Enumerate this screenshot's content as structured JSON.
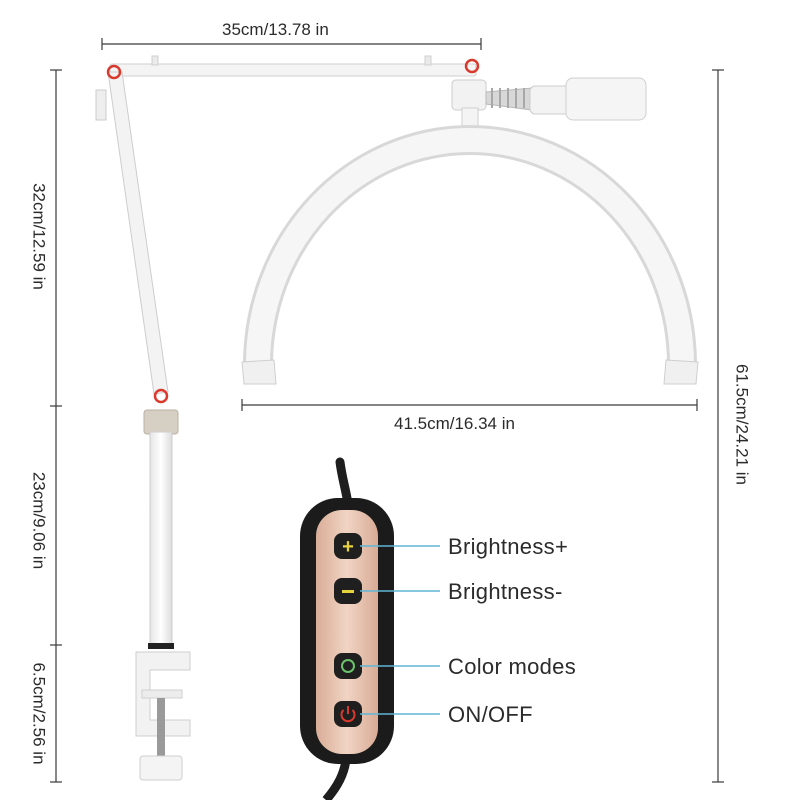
{
  "dimensions": {
    "top_width": "35cm/13.78 in",
    "arc_width": "41.5cm/16.34 in",
    "upper_arm": "32cm/12.59 in",
    "pole": "23cm/9.06 in",
    "clamp": "6.5cm/2.56 in",
    "total_height": "61.5cm/24.21 in"
  },
  "controller": {
    "buttons": [
      {
        "label": "Brightness+",
        "icon": "plus-icon"
      },
      {
        "label": "Brightness-",
        "icon": "minus-icon"
      },
      {
        "label": "Color modes",
        "icon": "color-mode-icon"
      },
      {
        "label": "ON/OFF",
        "icon": "power-icon"
      }
    ]
  },
  "colors": {
    "joint_marker": "#d83a2e",
    "callout_line": "#5fb6d6",
    "button_icon_yellow": "#e6d23a",
    "controller_face": "#e9c6b4",
    "controller_body": "#1b1b1b"
  }
}
